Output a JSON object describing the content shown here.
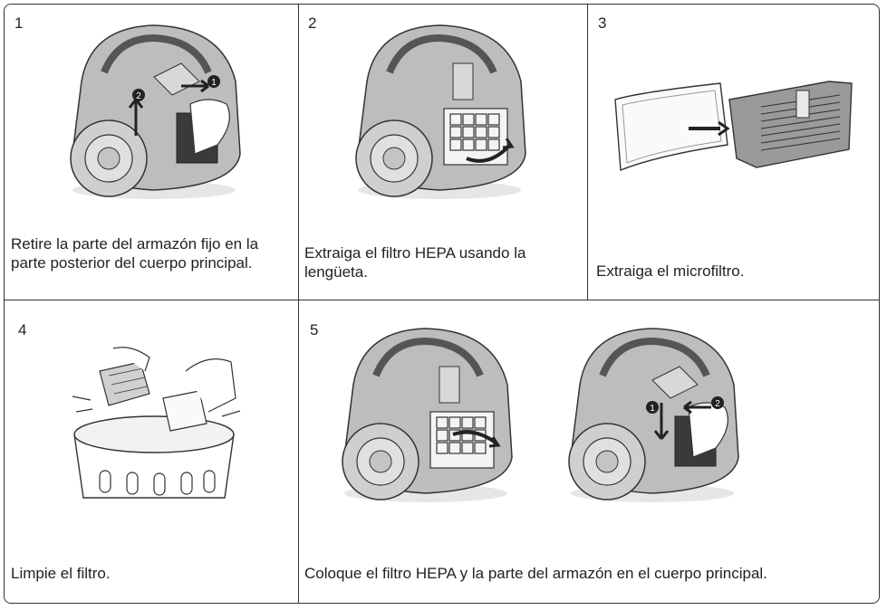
{
  "steps": [
    {
      "number": "1",
      "caption": "Retire la parte del armazón fijo en la parte posterior del cuerpo principal."
    },
    {
      "number": "2",
      "caption": "Extraiga el filtro HEPA usando la lengüeta."
    },
    {
      "number": "3",
      "caption": "Extraiga el microfiltro."
    },
    {
      "number": "4",
      "caption": "Limpie el filtro."
    },
    {
      "number": "5",
      "caption": "Coloque el filtro HEPA y la parte del armazón en el cuerpo principal."
    }
  ],
  "markers": {
    "one": "1",
    "two": "2"
  },
  "colors": {
    "line": "#333333",
    "body": "#bdbdbd",
    "dark": "#555555",
    "paper": "#ffffff"
  }
}
